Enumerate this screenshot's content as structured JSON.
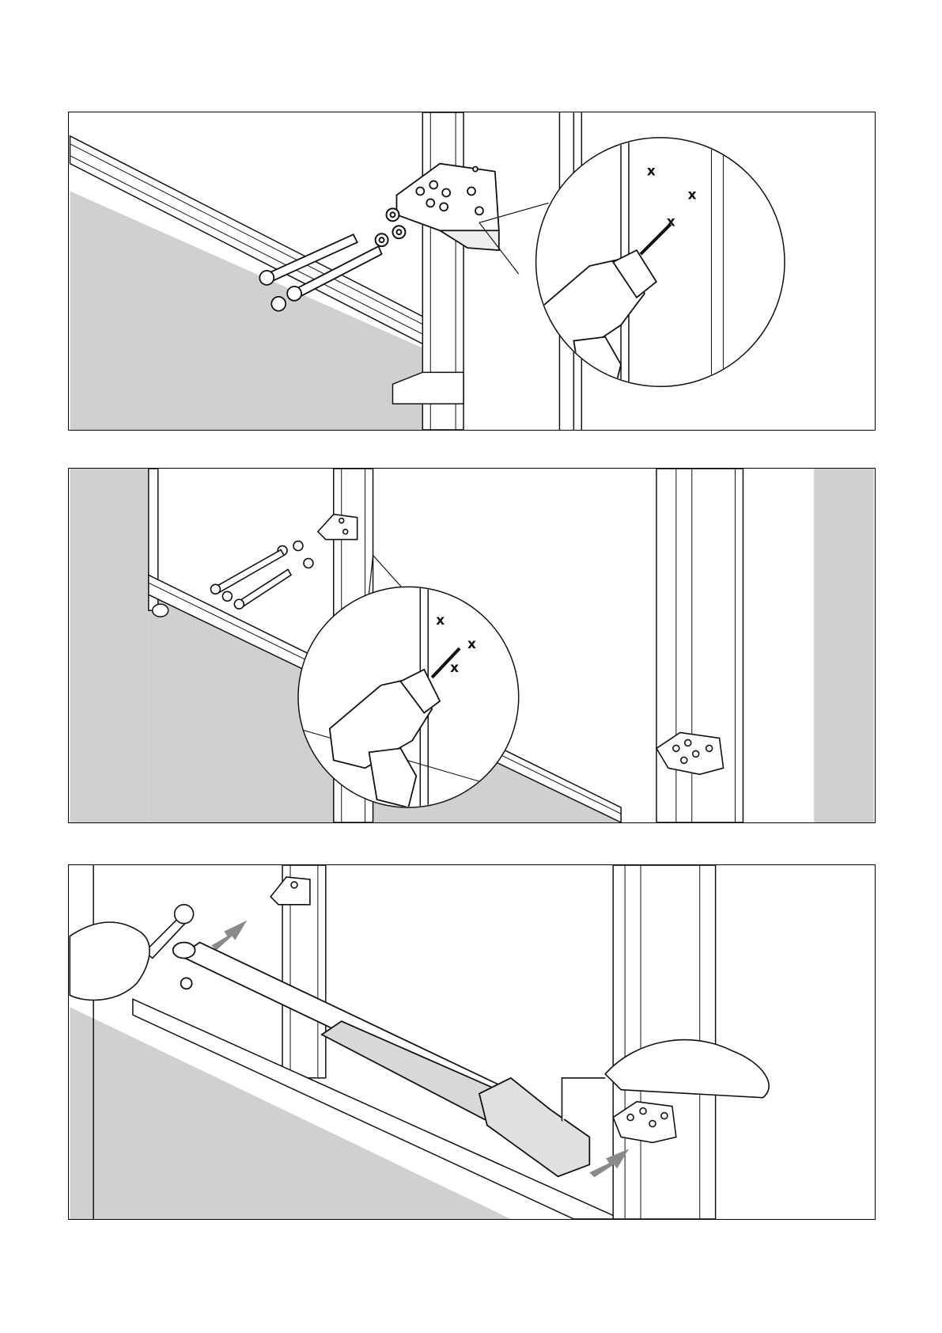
{
  "figures": [
    {
      "caption": "",
      "callout_marks": [
        "x",
        "x",
        "x"
      ]
    },
    {
      "caption": "",
      "callout_marks": [
        "x",
        "x",
        "x"
      ]
    },
    {
      "caption": ""
    }
  ],
  "colors": {
    "floor": "#d0d0d0",
    "line": "#111111",
    "paper": "#ffffff",
    "arrow": "#8a8a8a"
  }
}
